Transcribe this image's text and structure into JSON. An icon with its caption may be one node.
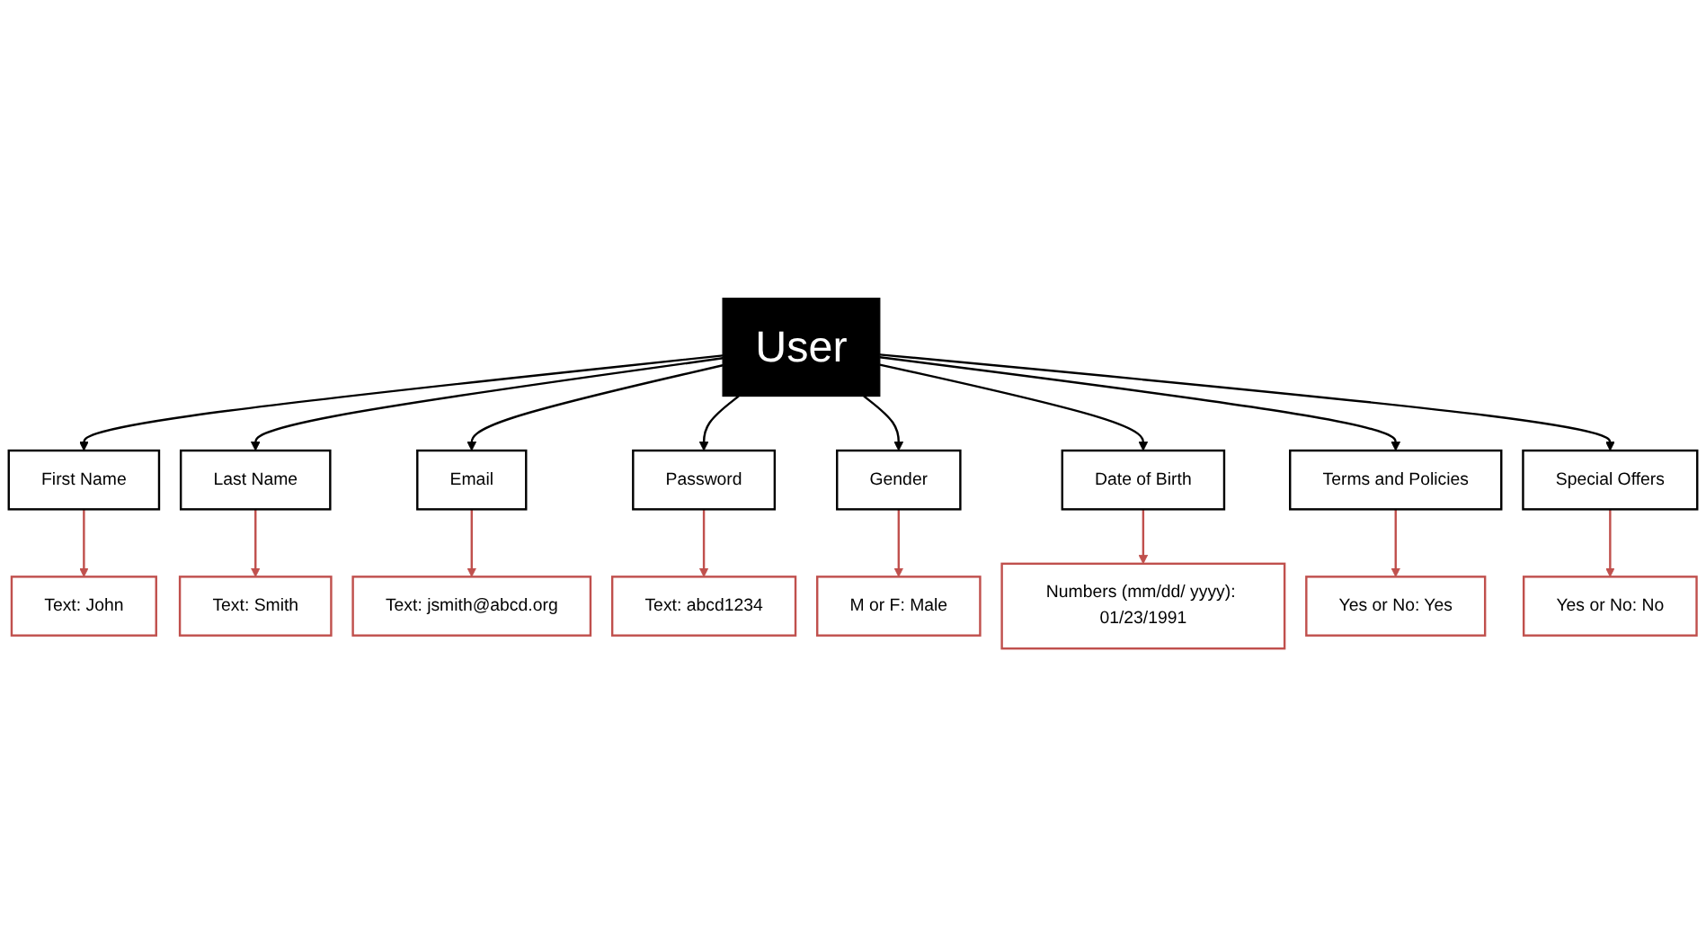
{
  "diagram": {
    "nodes": [
      {
        "text": [
          "User"
        ]
      },
      {
        "text": [
          "First Name"
        ]
      },
      {
        "text": [
          "Last Name"
        ]
      },
      {
        "text": [
          "Email"
        ]
      },
      {
        "text": [
          "Password"
        ]
      },
      {
        "text": [
          "Gender"
        ]
      },
      {
        "text": [
          "Date of Birth"
        ]
      },
      {
        "text": [
          "Terms and Policies"
        ]
      },
      {
        "text": [
          "Special Offers"
        ]
      },
      {
        "text": [
          "Text: John"
        ]
      },
      {
        "text": [
          "Text: Smith"
        ]
      },
      {
        "text": [
          "Text: jsmith@abcd.org"
        ]
      },
      {
        "text": [
          "Text: abcd1234"
        ]
      },
      {
        "text": [
          "M or F: Male"
        ]
      },
      {
        "text": [
          "Numbers (mm/dd/ yyyy): 01/23/1991"
        ]
      },
      {
        "text": [
          "Yes or No: Yes"
        ]
      },
      {
        "text": [
          "Yes or No: No"
        ]
      }
    ],
    "edges": [
      {
        "from": 0,
        "to": 1,
        "arrow": "to"
      },
      {
        "from": 0,
        "to": 2,
        "arrow": "to"
      },
      {
        "from": 0,
        "to": 3,
        "arrow": "to"
      },
      {
        "from": 0,
        "to": 4,
        "arrow": "to"
      },
      {
        "from": 0,
        "to": 5,
        "arrow": "to"
      },
      {
        "from": 0,
        "to": 6,
        "arrow": "to"
      },
      {
        "from": 0,
        "to": 7,
        "arrow": "to"
      },
      {
        "from": 0,
        "to": 8,
        "arrow": "to"
      },
      {
        "from": 1,
        "to": 9,
        "arrow": "to",
        "color": "#c0504d"
      },
      {
        "from": 2,
        "to": 10,
        "arrow": "to",
        "color": "#c0504d"
      },
      {
        "from": 3,
        "to": 11,
        "arrow": "to",
        "color": "#c0504d"
      },
      {
        "from": 4,
        "to": 12,
        "arrow": "to",
        "color": "#c0504d"
      },
      {
        "from": 5,
        "to": 13,
        "arrow": "to",
        "color": "#c0504d"
      },
      {
        "from": 6,
        "to": 14,
        "arrow": "to",
        "color": "#c0504d"
      },
      {
        "from": 7,
        "to": 15,
        "arrow": "to",
        "color": "#c0504d"
      },
      {
        "from": 8,
        "to": 16,
        "arrow": "to",
        "color": "#c0504d"
      }
    ]
  }
}
